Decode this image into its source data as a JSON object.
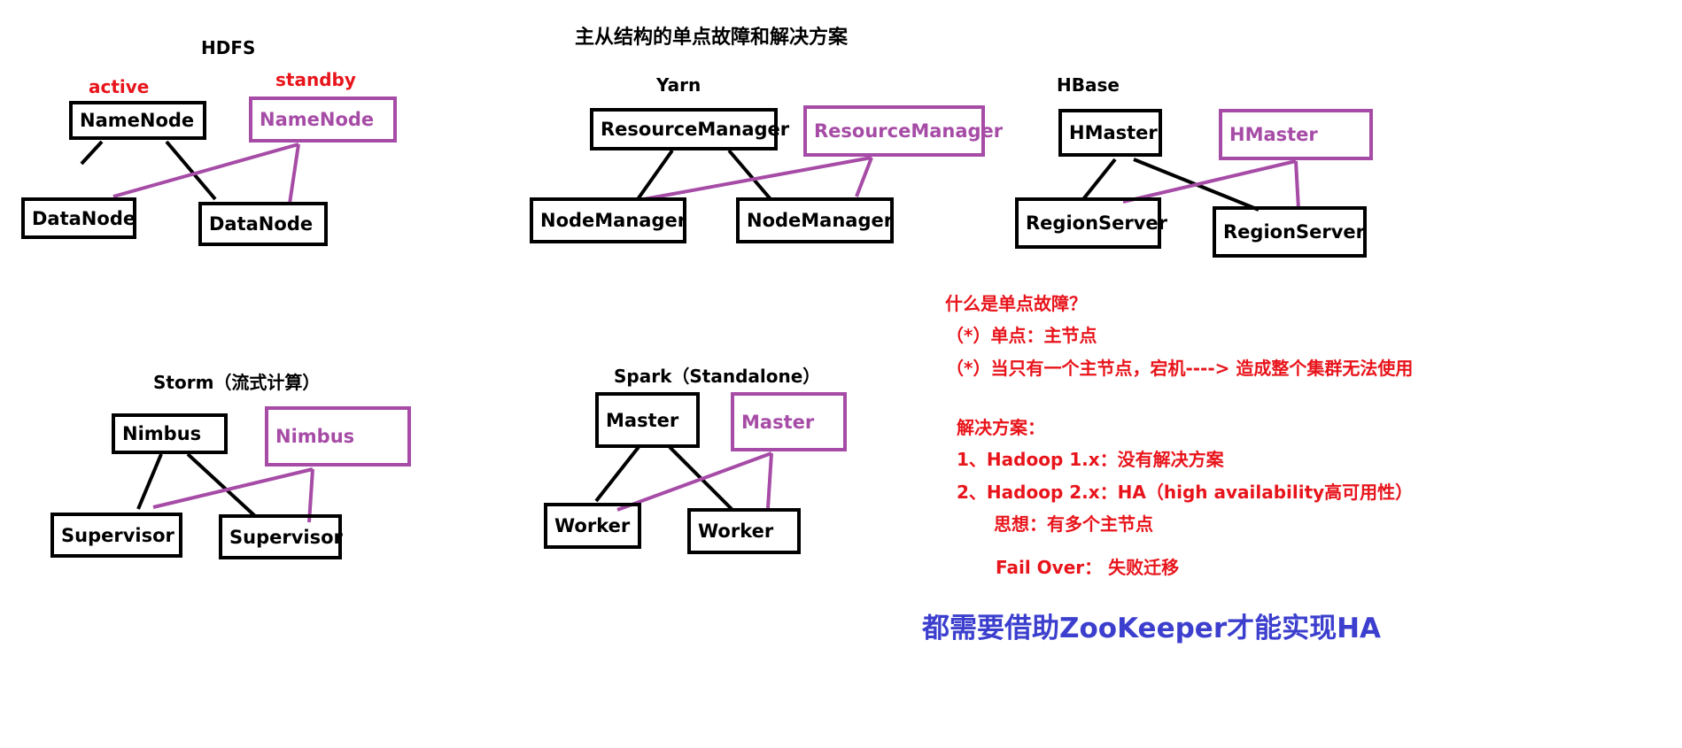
{
  "colors": {
    "ink": "#000000",
    "standby": "#a64ca6",
    "note": "#e8141b",
    "highlight": "#3c3fce"
  },
  "title": "主从结构的单点故障和解决方案",
  "hdfs": {
    "heading": "HDFS",
    "active_label": "active",
    "standby_label": "standby",
    "active_node": "NameNode",
    "standby_node": "NameNode",
    "workers": [
      "DataNode",
      "DataNode"
    ]
  },
  "yarn": {
    "heading": "Yarn",
    "active_node": "ResourceManager",
    "standby_node": "ResourceManager",
    "workers": [
      "NodeManager",
      "NodeManager"
    ]
  },
  "hbase": {
    "heading": "HBase",
    "active_node": "HMaster",
    "standby_node": "HMaster",
    "workers": [
      "RegionServer",
      "RegionServer"
    ]
  },
  "storm": {
    "heading": "Storm（流式计算）",
    "active_node": "Nimbus",
    "standby_node": "Nimbus",
    "workers": [
      "Supervisor",
      "Supervisor"
    ]
  },
  "spark": {
    "heading": "Spark（Standalone）",
    "active_node": "Master",
    "standby_node": "Master",
    "workers": [
      "Worker",
      "Worker"
    ]
  },
  "notes": {
    "question": "什么是单点故障？",
    "point1": "（*）单点：主节点",
    "point2": "（*）当只有一个主节点，宕机----> 造成整个集群无法使用",
    "solution_title": "解决方案：",
    "solution1": "1、Hadoop 1.x：没有解决方案",
    "solution2": "2、Hadoop 2.x：HA（high availability高可用性）",
    "idea": "思想：有多个主节点",
    "failover": "Fail Over： 失败迁移"
  },
  "conclusion": "都需要借助ZooKeeper才能实现HA"
}
